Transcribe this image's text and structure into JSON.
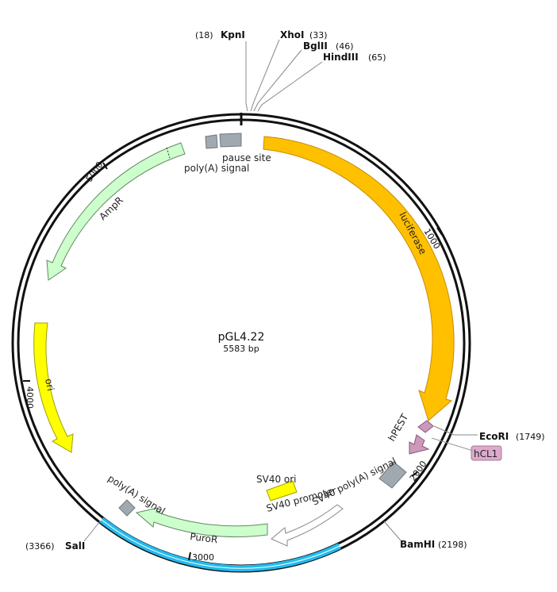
{
  "plasmid": {
    "name": "pGL4.22",
    "length_label": "5583 bp"
  },
  "colors": {
    "backbone": "#111111",
    "luciferase": "#ffc000",
    "resistance": "#ccffcc",
    "ori": "#ffff00",
    "sv40_ori": "#ffff00",
    "promoter": "#ffffff",
    "polyA": "#a0a8b0",
    "hPEST": "#cc99bb",
    "hCL1": "#cc99bb",
    "highlight": "#22bbee"
  },
  "ticks": [
    {
      "label": "1000"
    },
    {
      "label": "2000"
    },
    {
      "label": "3000"
    },
    {
      "label": "4000"
    },
    {
      "label": "5000"
    }
  ],
  "sites": {
    "kpni": {
      "name": "KpnI",
      "pos": "(18)"
    },
    "xhoi": {
      "name": "XhoI",
      "pos": "(33)"
    },
    "bglii": {
      "name": "BglII",
      "pos": "(46)"
    },
    "hindiii": {
      "name": "HindIII",
      "pos": "(65)"
    },
    "ecori": {
      "name": "EcoRI",
      "pos": "(1749)"
    },
    "bamhi": {
      "name": "BamHI",
      "pos": "(2198)"
    },
    "sali": {
      "name": "SalI",
      "pos": "(3366)"
    }
  },
  "features": {
    "luciferase": "luciferase",
    "hpest": "hPEST",
    "hcl1": "hCL1",
    "sv40_polya": "SV40 poly(A) signal",
    "sv40_promoter": "SV40 promoter",
    "sv40_ori": "SV40 ori",
    "puror": "PuroR",
    "puro_polya": "poly(A) signal",
    "ori": "ori",
    "ampr": "AmpR",
    "pause_site": "pause site",
    "polya_signal": "poly(A) signal"
  }
}
